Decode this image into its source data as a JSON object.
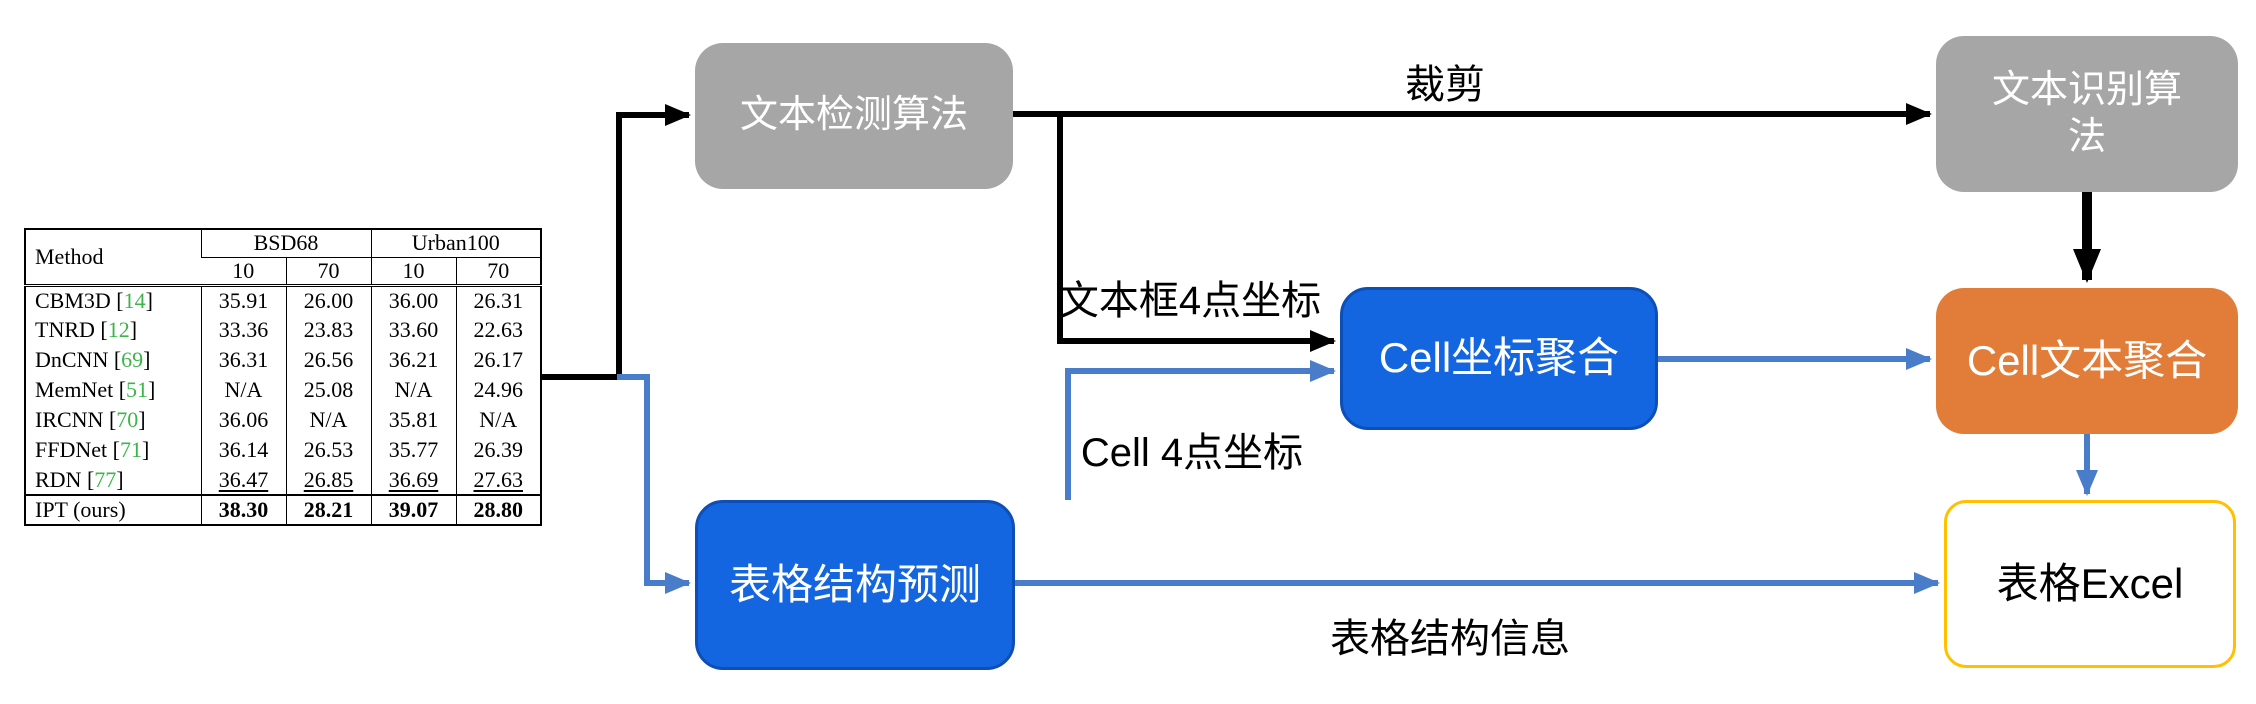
{
  "diagram": {
    "nodes": {
      "text_detection": {
        "label": "文本检测算法"
      },
      "text_recognition": {
        "label": "文本识别算法"
      },
      "cell_coord_agg": {
        "label": "Cell坐标聚合"
      },
      "cell_text_agg": {
        "label": "Cell文本聚合"
      },
      "table_structure": {
        "label": "表格结构预测"
      },
      "table_excel": {
        "label": "表格Excel"
      }
    },
    "edge_labels": {
      "crop": "裁剪",
      "textbox_coords": "文本框4点坐标",
      "cell_coords": "Cell 4点坐标",
      "structure_info": "表格结构信息"
    }
  },
  "table": {
    "header": {
      "method": "Method",
      "groups": [
        {
          "label": "BSD68",
          "cols": [
            "10",
            "70"
          ]
        },
        {
          "label": "Urban100",
          "cols": [
            "10",
            "70"
          ]
        }
      ]
    },
    "rows": [
      {
        "method": "CBM3D",
        "cite": "14",
        "values": [
          "35.91",
          "26.00",
          "36.00",
          "26.31"
        ]
      },
      {
        "method": "TNRD",
        "cite": "12",
        "values": [
          "33.36",
          "23.83",
          "33.60",
          "22.63"
        ]
      },
      {
        "method": "DnCNN",
        "cite": "69",
        "values": [
          "36.31",
          "26.56",
          "36.21",
          "26.17"
        ]
      },
      {
        "method": "MemNet",
        "cite": "51",
        "values": [
          "N/A",
          "25.08",
          "N/A",
          "24.96"
        ]
      },
      {
        "method": "IRCNN",
        "cite": "70",
        "values": [
          "36.06",
          "N/A",
          "35.81",
          "N/A"
        ]
      },
      {
        "method": "FFDNet",
        "cite": "71",
        "values": [
          "36.14",
          "26.53",
          "35.77",
          "26.39"
        ]
      },
      {
        "method": "RDN",
        "cite": "77",
        "values": [
          "36.47",
          "26.85",
          "36.69",
          "27.63"
        ],
        "underline": true
      },
      {
        "method": "IPT (ours)",
        "cite": null,
        "values": [
          "38.30",
          "28.21",
          "39.07",
          "28.80"
        ],
        "bold": true
      }
    ]
  },
  "colors": {
    "gray_box": "#a6a6a6",
    "blue_box": "#1365e0",
    "blue_box_border": "#0d4fb6",
    "orange_box": "#e17d38",
    "yellow_border": "#ffc000",
    "blue_arrow": "#4a7dc9",
    "black_arrow": "#000000",
    "cite_green": "#3cb44a"
  }
}
